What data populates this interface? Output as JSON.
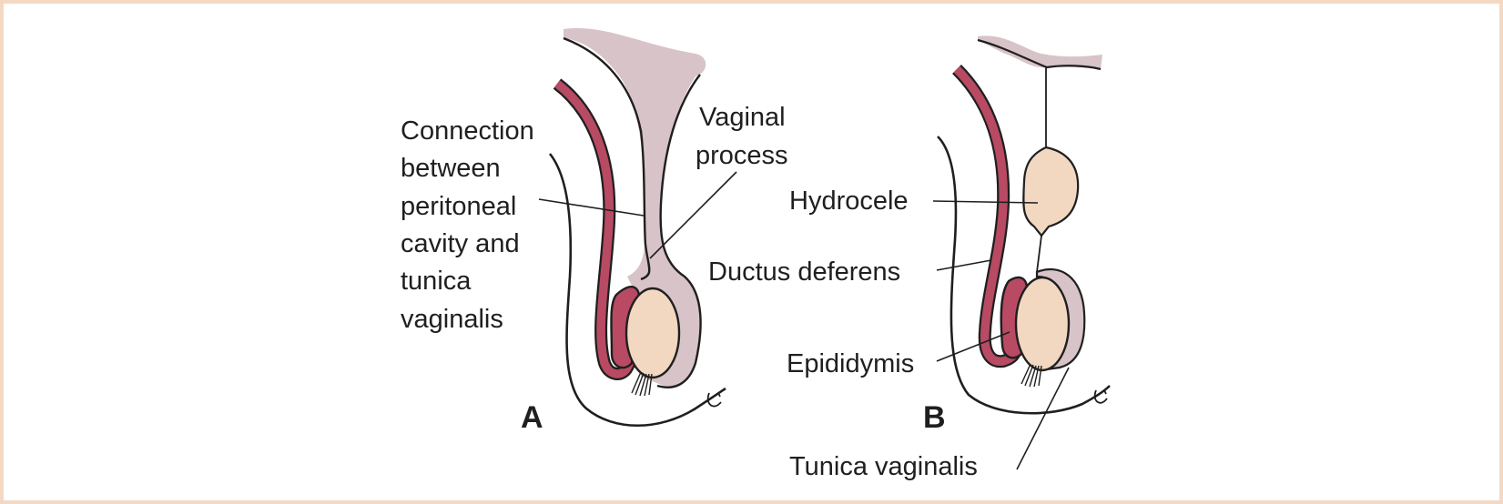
{
  "figure": {
    "colors": {
      "border": "#f3d9c4",
      "vaginal_process": "#d7c3c8",
      "ductus": "#b84a63",
      "testis": "#f2d8c0",
      "outline": "#1f1f1f"
    },
    "panel_a": {
      "letter": "A",
      "connection_label": [
        "Connection",
        "between",
        "peritoneal",
        "cavity and",
        "tunica",
        "vaginalis"
      ],
      "vaginal_process_label": [
        "Vaginal",
        "process"
      ]
    },
    "panel_b": {
      "letter": "B",
      "hydrocele_label": "Hydrocele",
      "ductus_label": "Ductus deferens",
      "epididymis_label": "Epididymis",
      "tunica_label": "Tunica vaginalis"
    }
  }
}
